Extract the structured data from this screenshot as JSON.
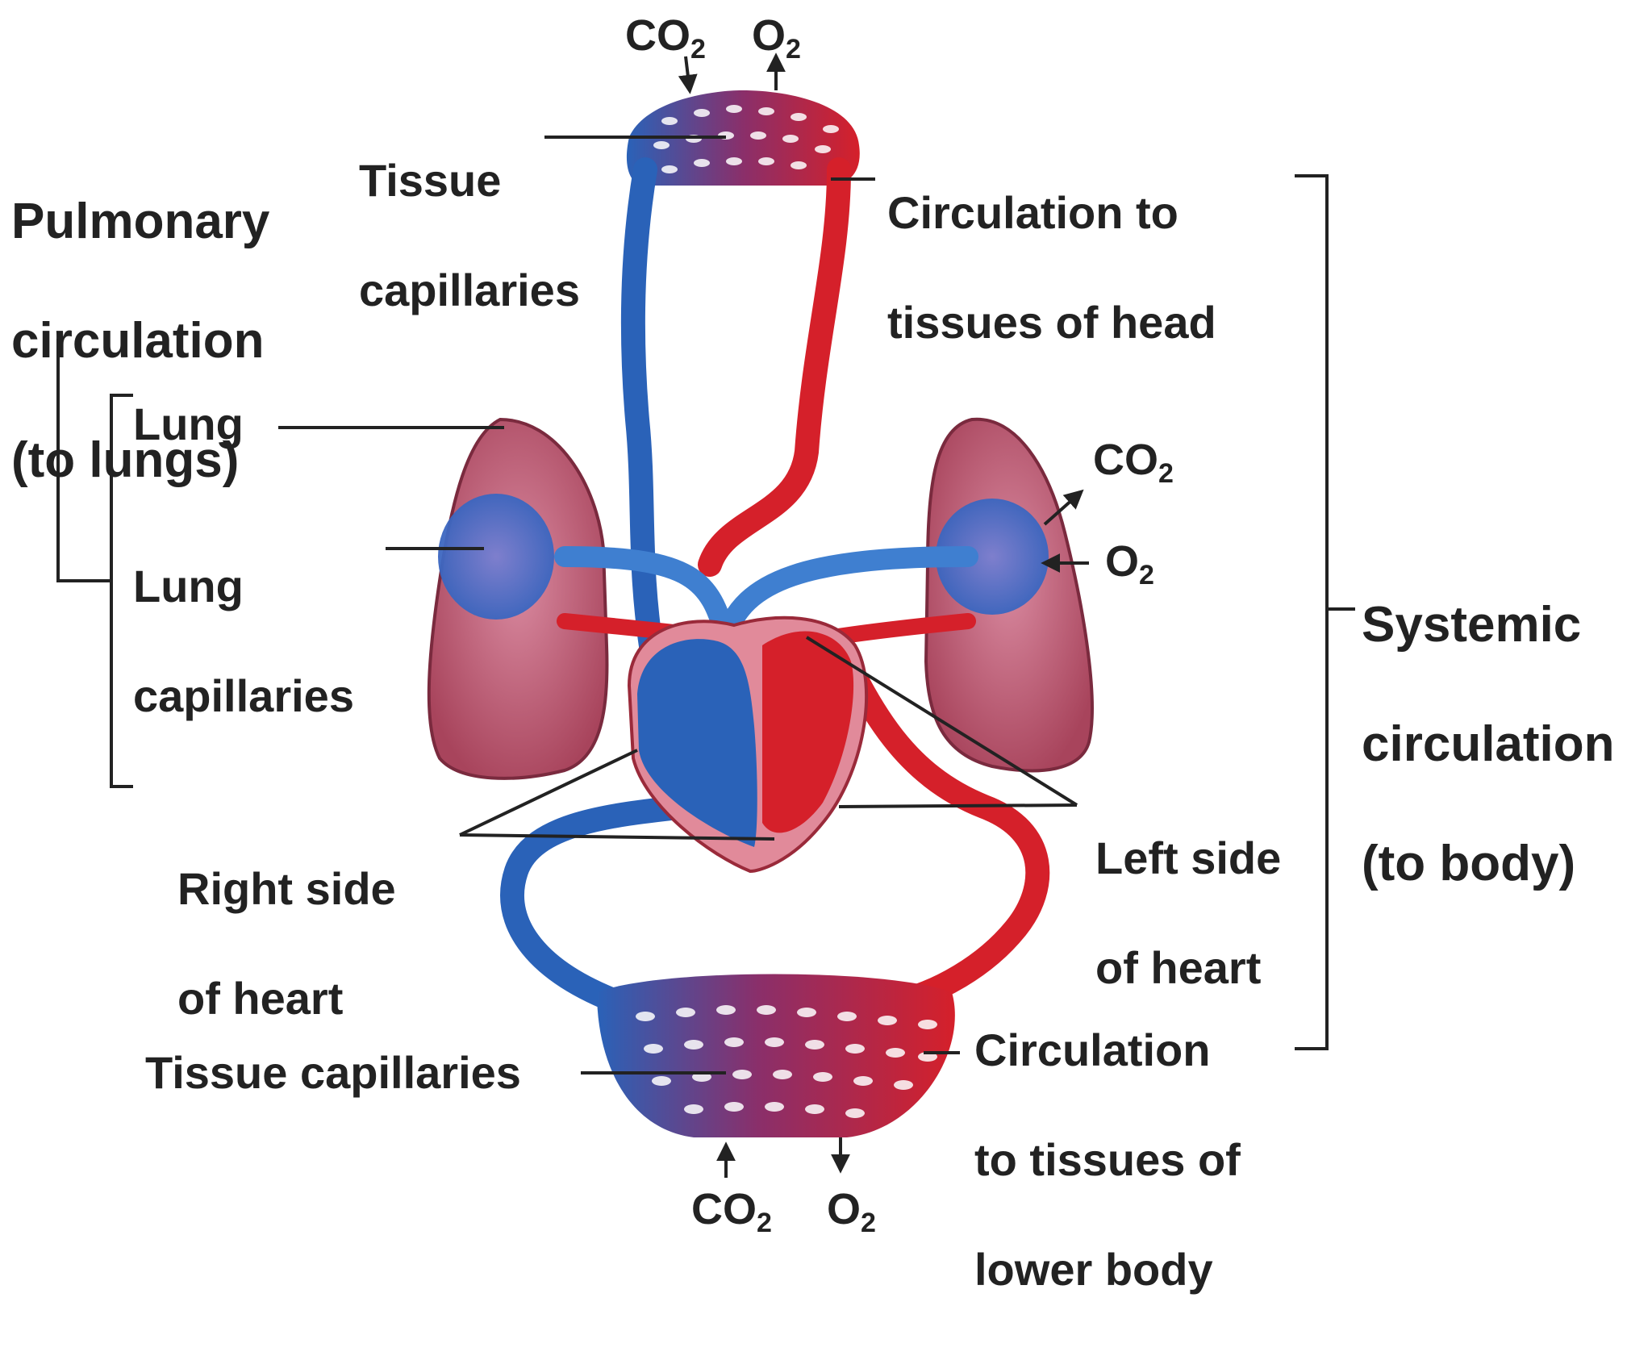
{
  "labels": {
    "pulmonary": [
      "Pulmonary",
      "circulation",
      "(to lungs)"
    ],
    "systemic": [
      "Systemic",
      "circulation",
      "(to body)"
    ],
    "lung": "Lung",
    "lung_capillaries": [
      "Lung",
      "capillaries"
    ],
    "tissue_capillaries_top": [
      "Tissue",
      "capillaries"
    ],
    "circulation_head": [
      "Circulation to",
      "tissues of head"
    ],
    "right_heart": [
      "Right side",
      "of heart"
    ],
    "left_heart": [
      "Left side",
      "of heart"
    ],
    "tissue_capillaries_bottom": "Tissue capillaries",
    "circulation_lower": [
      "Circulation",
      "to tissues of",
      "lower body"
    ]
  },
  "gases": {
    "top_co2": {
      "base": "CO",
      "sub": "2"
    },
    "top_o2": {
      "base": "O",
      "sub": "2"
    },
    "right_co2": {
      "base": "CO",
      "sub": "2"
    },
    "right_o2": {
      "base": "O",
      "sub": "2"
    },
    "bottom_co2": {
      "base": "CO",
      "sub": "2"
    },
    "bottom_o2": {
      "base": "O",
      "sub": "2"
    }
  },
  "colors": {
    "oxygenated": "#d5202a",
    "deoxygenated": "#2a62b8",
    "lung": "#c05a72",
    "label": "#222222",
    "leader": "#222222"
  }
}
